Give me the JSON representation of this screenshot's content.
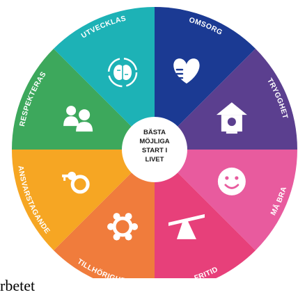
{
  "wheel": {
    "center_lines": [
      "BÄSTA",
      "MÖJLIGA",
      "START I",
      "LIVET"
    ],
    "segments": [
      {
        "label": "OMSORG",
        "color": "#1B3A93",
        "icon": "heart-hand-icon"
      },
      {
        "label": "TRYGGHET",
        "color": "#5B3F8F",
        "icon": "birdhouse-icon"
      },
      {
        "label": "MÅ BRA",
        "color": "#E85B9E",
        "icon": "smiley-icon"
      },
      {
        "label": "FRITID",
        "color": "#E7407A",
        "icon": "seesaw-icon"
      },
      {
        "label": "TILLHÖRIGHET",
        "color": "#F07C3C",
        "icon": "community-circle-icon"
      },
      {
        "label": "ANSVARSTAGANDE",
        "color": "#F6A623",
        "icon": "keys-icon"
      },
      {
        "label": "RESPEKTERAS",
        "color": "#3DA85C",
        "icon": "people-icon"
      },
      {
        "label": "UTVECKLAS",
        "color": "#1DB2B6",
        "icon": "brain-cycle-icon"
      }
    ]
  },
  "edge_text": "rbetet"
}
